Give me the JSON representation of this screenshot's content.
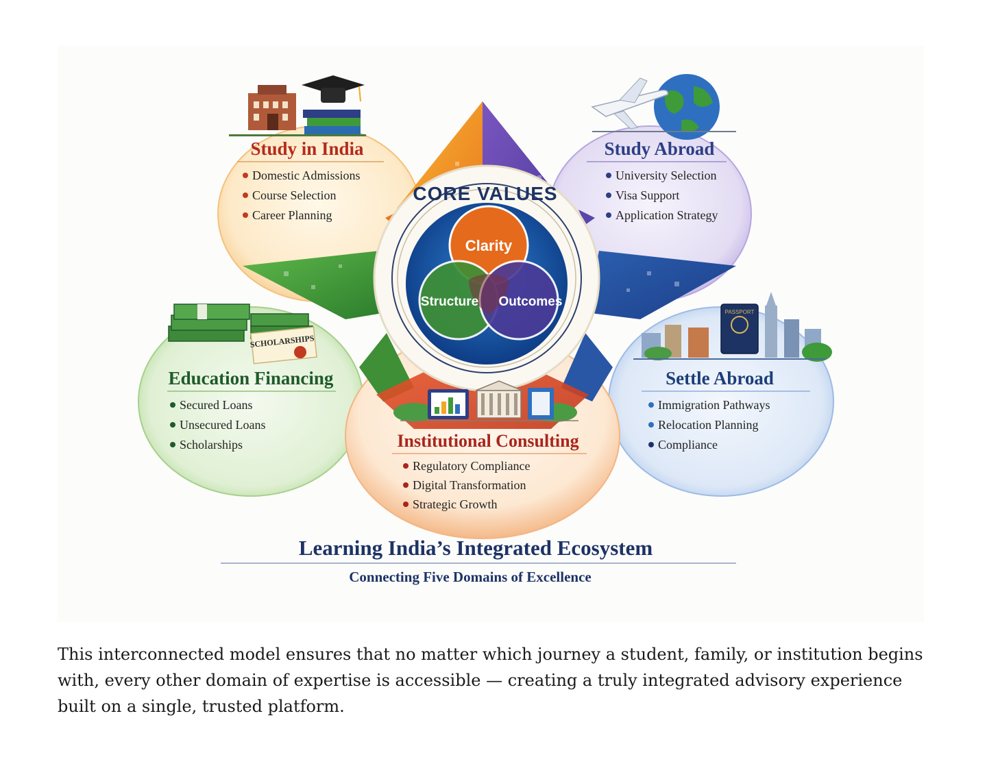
{
  "diagram": {
    "center": {
      "heading": "CORE VALUES",
      "values": [
        "Clarity",
        "Structure",
        "Outcomes"
      ]
    },
    "domains": [
      {
        "id": "india",
        "title": "Study in India",
        "items": [
          "Domestic Admissions",
          "Course Selection",
          "Career Planning"
        ],
        "color": "#b52a1c"
      },
      {
        "id": "abroad",
        "title": "Study Abroad",
        "items": [
          "University Selection",
          "Visa Support",
          "Application Strategy"
        ],
        "color": "#2d3f86"
      },
      {
        "id": "financing",
        "title": "Education Financing",
        "items": [
          "Secured Loans",
          "Unsecured Loans",
          "Scholarships"
        ],
        "color": "#1f5a2a"
      },
      {
        "id": "settle",
        "title": "Settle Abroad",
        "items": [
          "Immigration Pathways",
          "Relocation Planning",
          "Compliance"
        ],
        "color": "#1d3e78"
      },
      {
        "id": "consulting",
        "title": "Institutional Consulting",
        "items": [
          "Regulatory Compliance",
          "Digital Transformation",
          "Strategic Growth"
        ],
        "color": "#a8251d"
      }
    ],
    "illustrations": {
      "scholarship_label": "SCHOLARSHIPS",
      "passport_label": "PASSPORT"
    },
    "footer_title": "Learning India’s Integrated Ecosystem",
    "footer_subtitle": "Connecting Five Domains of Excellence"
  },
  "caption": "This interconnected model ensures that no matter which journey a student, family, or institution begins with, every other domain of expertise is accessible — creating a truly integrated advisory experience built on a single, trusted platform.",
  "colors": {
    "india": "#f5a623",
    "abroad": "#6a4fb0",
    "financing": "#3f9a3a",
    "settle": "#2f6fc0",
    "consulting": "#e86a2a",
    "navy": "#1d3364"
  }
}
